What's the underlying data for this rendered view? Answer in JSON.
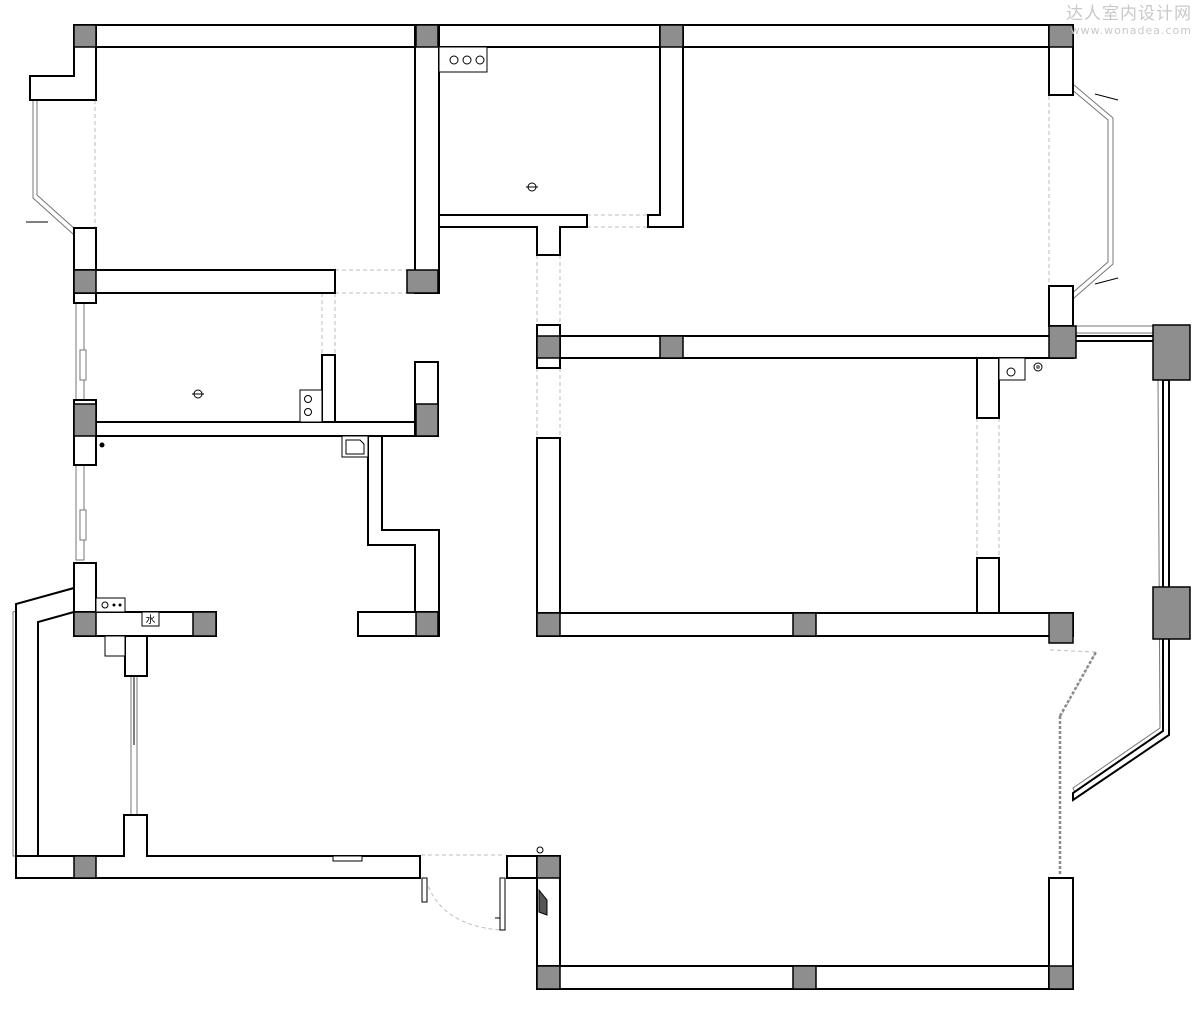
{
  "watermark": {
    "title": "达人室内设计网",
    "url": "www.wonadea.com"
  },
  "labels": {
    "water_mark": "水"
  },
  "colors": {
    "wall_fill": "#ffffff",
    "wall_stroke": "#000000",
    "column_fill": "#8e8e8e",
    "opening_dash": "#bdbdbd"
  }
}
